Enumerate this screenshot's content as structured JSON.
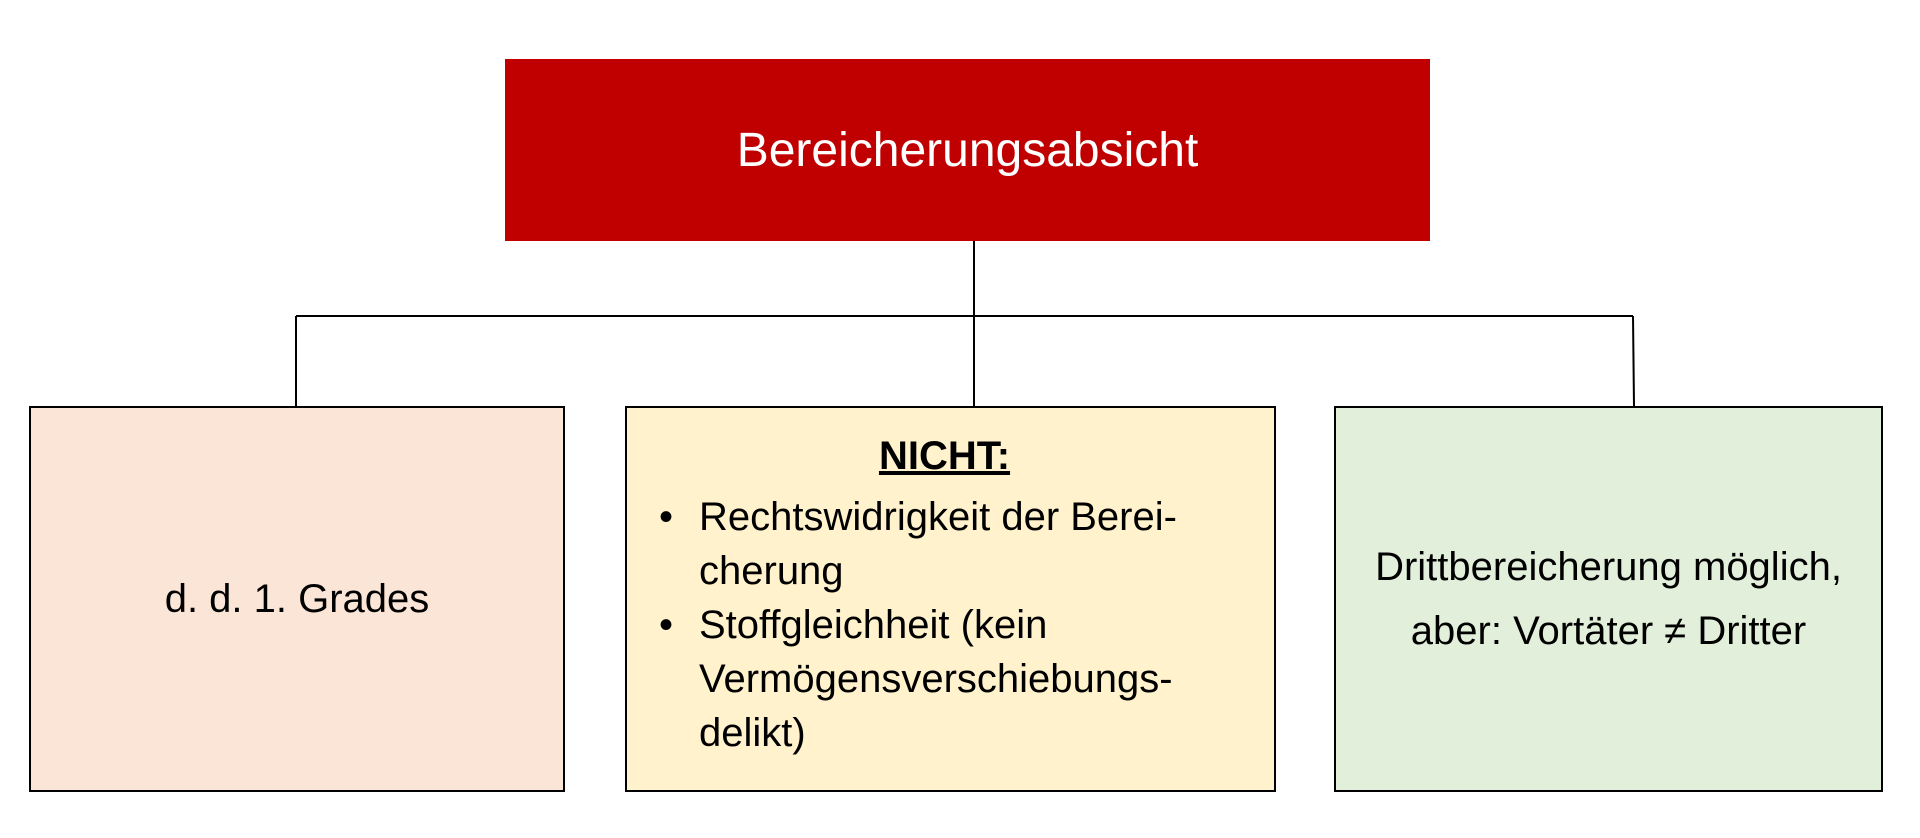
{
  "colors": {
    "root_fill": "#c00000",
    "left_fill": "#fbe5d6",
    "middle_fill": "#fff2cc",
    "right_fill": "#e2efda",
    "line": "#000000"
  },
  "root": {
    "label": "Bereicherungsabsicht"
  },
  "left": {
    "label": "d. d. 1. Grades"
  },
  "middle": {
    "heading": "NICHT:",
    "bullet_symbol": "•",
    "items": [
      {
        "lines": [
          "Rechtswidrigkeit der Berei-",
          "cherung"
        ]
      },
      {
        "lines": [
          "Stoffgleichheit (kein",
          "Vermögensverschiebungs-",
          "delikt)"
        ]
      }
    ]
  },
  "right": {
    "lines": [
      "Drittbereicherung möglich,",
      "aber: Vortäter ≠ Dritter"
    ]
  }
}
